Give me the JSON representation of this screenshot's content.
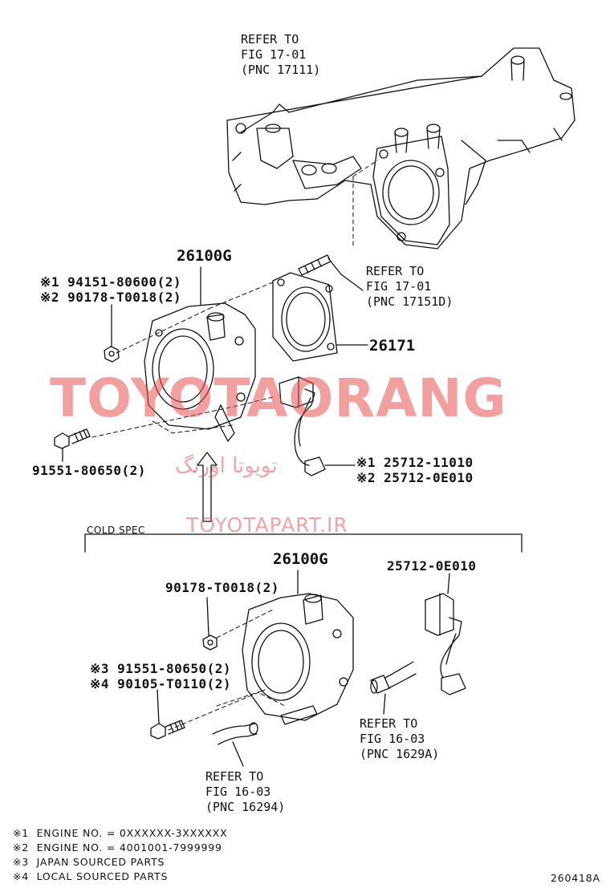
{
  "refer_manifold": [
    "REFER TO",
    "FIG 17-01",
    "(PNC 17111)"
  ],
  "refer_stud": [
    "REFER TO",
    "FIG 17-01",
    "(PNC 17151D)"
  ],
  "refer_hose_right": [
    "REFER TO",
    "FIG 16-03",
    "(PNC 1629A)"
  ],
  "refer_hose_left": [
    "REFER TO",
    "FIG 16-03",
    "(PNC 16294)"
  ],
  "upper": {
    "throttle_body": "26100G",
    "nut_1": "※1 94151-80600(2)",
    "nut_2": "※2 90178-T0018(2)",
    "bolt": "91551-80650(2)",
    "gasket": "26171",
    "sensor_1": "※1 25712-11010",
    "sensor_2": "※2 25712-0E010"
  },
  "cold_spec_label": "COLD SPEC",
  "lower": {
    "throttle_body": "26100G",
    "nut": "90178-T0018(2)",
    "bolt_3": "※3 91551-80650(2)",
    "bolt_4": "※4 90105-T0110(2)",
    "sensor": "25712-0E010"
  },
  "footnotes": [
    "※1  ENGINE NO. = 0XXXXXX-3XXXXXX",
    "※2  ENGINE NO. = 4001001-7999999",
    "※3  JAPAN SOURCED PARTS",
    "※4  LOCAL SOURCED PARTS"
  ],
  "figure_id": "260418A",
  "watermarks": {
    "brand": "TOYOTAORANG",
    "persian": "تویوتا اورنگ",
    "site": "TOYOTAPART.IR",
    "color": "#e65050"
  }
}
